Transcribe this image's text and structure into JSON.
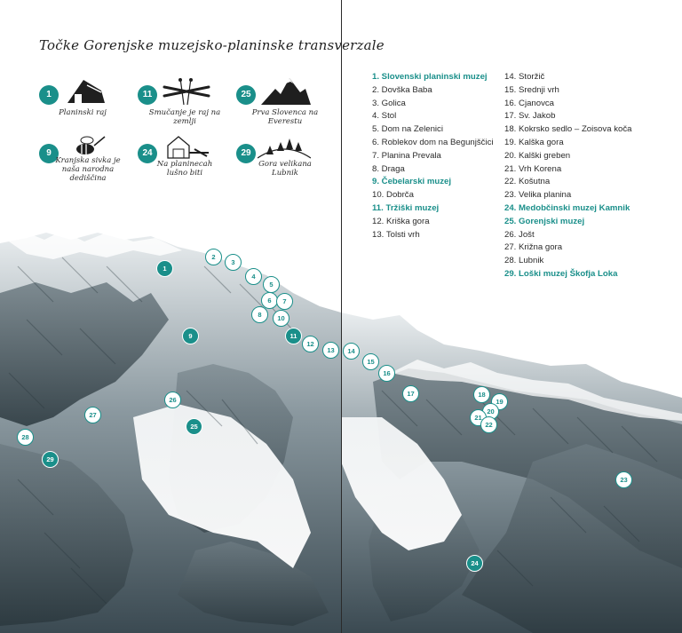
{
  "title": "Točke Gorenjske muzejsko-planinske transverzale",
  "featured": [
    {
      "number": "1",
      "caption": "Planinski raj",
      "icon": "mountain-hut-icon"
    },
    {
      "number": "11",
      "caption": "Smučanje je raj na zemlji",
      "icon": "skis-icon"
    },
    {
      "number": "25",
      "caption": "Prva Slovenca na Everestu",
      "icon": "mountain-peak-icon"
    },
    {
      "number": "9",
      "caption": "Kranjska sivka je naša narodna dediščina",
      "icon": "bee-icon"
    },
    {
      "number": "24",
      "caption": "Na planinecah lušno biti",
      "icon": "alpine-house-icon"
    },
    {
      "number": "29",
      "caption": "Gora velikana Lubnik",
      "icon": "forest-hill-icon"
    }
  ],
  "points": [
    {
      "number": "1",
      "name": "Slovenski planinski muzej",
      "museum": true
    },
    {
      "number": "2",
      "name": "Dovška Baba",
      "museum": false
    },
    {
      "number": "3",
      "name": "Golica",
      "museum": false
    },
    {
      "number": "4",
      "name": "Stol",
      "museum": false
    },
    {
      "number": "5",
      "name": "Dom na Zelenici",
      "museum": false
    },
    {
      "number": "6",
      "name": "Roblekov dom na Begunjščici",
      "museum": false
    },
    {
      "number": "7",
      "name": "Planina Prevala",
      "museum": false
    },
    {
      "number": "8",
      "name": "Draga",
      "museum": false
    },
    {
      "number": "9",
      "name": "Čebelarski muzej",
      "museum": true
    },
    {
      "number": "10",
      "name": "Dobrča",
      "museum": false
    },
    {
      "number": "11",
      "name": "Tržiški muzej",
      "museum": true
    },
    {
      "number": "12",
      "name": "Kriška gora",
      "museum": false
    },
    {
      "number": "13",
      "name": "Tolsti vrh",
      "museum": false
    },
    {
      "number": "14",
      "name": "Storžič",
      "museum": false
    },
    {
      "number": "15",
      "name": "Srednji vrh",
      "museum": false
    },
    {
      "number": "16",
      "name": "Cjanovca",
      "museum": false
    },
    {
      "number": "17",
      "name": "Sv. Jakob",
      "museum": false
    },
    {
      "number": "18",
      "name": "Kokrsko sedlo – Zoisova koča",
      "museum": false
    },
    {
      "number": "19",
      "name": "Kalška gora",
      "museum": false
    },
    {
      "number": "20",
      "name": "Kalški greben",
      "museum": false
    },
    {
      "number": "21",
      "name": "Vrh Korena",
      "museum": false
    },
    {
      "number": "22",
      "name": "Košutna",
      "museum": false
    },
    {
      "number": "23",
      "name": "Velika planina",
      "museum": false
    },
    {
      "number": "24",
      "name": "Medobčinski muzej Kamnik",
      "museum": true
    },
    {
      "number": "25",
      "name": "Gorenjski muzej",
      "museum": true
    },
    {
      "number": "26",
      "name": "Jošt",
      "museum": false
    },
    {
      "number": "27",
      "name": "Križna gora",
      "museum": false
    },
    {
      "number": "28",
      "name": "Lubnik",
      "museum": false
    },
    {
      "number": "29",
      "name": "Loški muzej Škofja Loka",
      "museum": true
    }
  ],
  "colors": {
    "accent": "#1a8f8a",
    "ink": "#2b2b2b",
    "mountain": "#3a4a52"
  }
}
